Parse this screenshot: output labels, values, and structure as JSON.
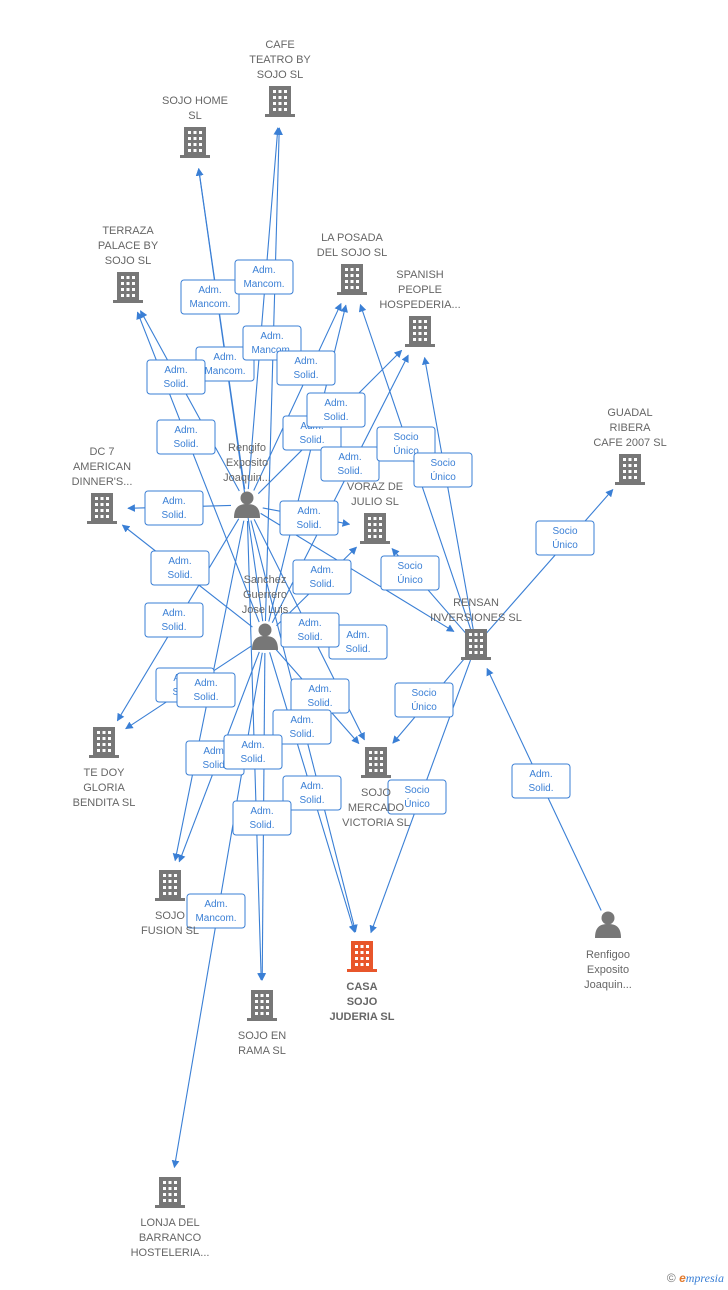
{
  "colors": {
    "edge": "#3a7fd5",
    "company": "#777777",
    "focus": "#e8562b",
    "person": "#777777"
  },
  "nodes": [
    {
      "id": "cafe_teatro",
      "type": "company",
      "lines": [
        "CAFE",
        "TEATRO BY",
        "SOJO  SL"
      ]
    },
    {
      "id": "sojo_home",
      "type": "company",
      "lines": [
        "SOJO HOME",
        "SL"
      ]
    },
    {
      "id": "terraza",
      "type": "company",
      "lines": [
        "TERRAZA",
        "PALACE BY",
        "SOJO  SL"
      ]
    },
    {
      "id": "posada",
      "type": "company",
      "lines": [
        "LA POSADA",
        "DEL SOJO  SL"
      ]
    },
    {
      "id": "spanish",
      "type": "company",
      "lines": [
        "SPANISH",
        "PEOPLE",
        "HOSPEDERIA..."
      ]
    },
    {
      "id": "guadal",
      "type": "company",
      "lines": [
        "GUADAL",
        "RIBERA",
        "CAFE 2007  SL"
      ]
    },
    {
      "id": "dc7",
      "type": "company",
      "lines": [
        "DC 7",
        "AMERICAN",
        "DINNER'S..."
      ]
    },
    {
      "id": "rengifo",
      "type": "person",
      "lines": [
        "Rengifo",
        "Exposito",
        "Joaquin..."
      ]
    },
    {
      "id": "voraz",
      "type": "company",
      "lines": [
        "VORAZ DE",
        "JULIO  SL"
      ]
    },
    {
      "id": "sanchez",
      "type": "person",
      "lines": [
        "Sanchez",
        "Guerrero",
        "Jose Luis"
      ]
    },
    {
      "id": "rensan",
      "type": "company",
      "lines": [
        "RENSAN",
        "INVERSIONES SL"
      ]
    },
    {
      "id": "tedoy",
      "type": "company",
      "lines": [
        "TE DOY",
        "GLORIA",
        "BENDITA  SL"
      ]
    },
    {
      "id": "mercado",
      "type": "company",
      "lines": [
        "SOJO",
        "MERCADO",
        "VICTORIA SL"
      ]
    },
    {
      "id": "fusion",
      "type": "company",
      "lines": [
        "SOJO",
        "FUSION SL"
      ]
    },
    {
      "id": "casa",
      "type": "focus",
      "lines": [
        "CASA",
        "SOJO",
        "JUDERIA  SL"
      ]
    },
    {
      "id": "enrama",
      "type": "company",
      "lines": [
        "SOJO EN",
        "RAMA  SL"
      ]
    },
    {
      "id": "renfigoo",
      "type": "person",
      "lines": [
        "Renfigoo",
        "Exposito",
        "Joaquin..."
      ]
    },
    {
      "id": "lonja",
      "type": "company",
      "lines": [
        "LONJA DEL",
        "BARRANCO",
        "HOSTELERIA..."
      ]
    }
  ],
  "edges": [
    {
      "from": "rengifo",
      "to": "sojo_home",
      "label": [
        "Adm.",
        "Mancom."
      ]
    },
    {
      "from": "rengifo",
      "to": "cafe_teatro",
      "label": [
        "Adm.",
        "Mancom."
      ]
    },
    {
      "from": "sanchez",
      "to": "sojo_home",
      "label": [
        "Adm.",
        "Mancom."
      ]
    },
    {
      "from": "sanchez",
      "to": "cafe_teatro",
      "label": [
        "Adm.",
        "Mancom."
      ]
    },
    {
      "from": "rengifo",
      "to": "terraza",
      "label": [
        "Adm.",
        "Solid."
      ]
    },
    {
      "from": "sanchez",
      "to": "terraza",
      "label": [
        "Adm.",
        "Solid."
      ]
    },
    {
      "from": "rengifo",
      "to": "posada",
      "label": [
        "Adm.",
        "Solid."
      ]
    },
    {
      "from": "sanchez",
      "to": "posada",
      "label": [
        "Adm.",
        "Solid."
      ]
    },
    {
      "from": "rengifo",
      "to": "spanish",
      "label": [
        "Adm.",
        "Solid."
      ]
    },
    {
      "from": "sanchez",
      "to": "spanish",
      "label": [
        "Adm.",
        "Solid."
      ]
    },
    {
      "from": "rensan",
      "to": "posada",
      "label": [
        "Socio",
        "Único"
      ]
    },
    {
      "from": "rensan",
      "to": "spanish",
      "label": [
        "Socio",
        "Único"
      ]
    },
    {
      "from": "rensan",
      "to": "guadal",
      "label": [
        "Socio",
        "Único"
      ]
    },
    {
      "from": "rengifo",
      "to": "dc7",
      "label": [
        "Adm.",
        "Solid."
      ]
    },
    {
      "from": "sanchez",
      "to": "dc7",
      "label": [
        "Adm.",
        "Solid."
      ]
    },
    {
      "from": "rengifo",
      "to": "voraz",
      "label": [
        "Adm.",
        "Solid."
      ]
    },
    {
      "from": "sanchez",
      "to": "voraz",
      "label": [
        "Adm.",
        "Solid."
      ]
    },
    {
      "from": "rensan",
      "to": "voraz",
      "label": [
        "Socio",
        "Único"
      ]
    },
    {
      "from": "rengifo",
      "to": "rensan",
      "label": [
        "Adm.",
        "Solid."
      ]
    },
    {
      "from": "rengifo",
      "to": "tedoy",
      "label": [
        "Adm.",
        "Solid."
      ]
    },
    {
      "from": "sanchez",
      "to": "tedoy",
      "label": [
        "Adm.",
        "Solid."
      ]
    },
    {
      "from": "rengifo",
      "to": "mercado",
      "label": [
        "Adm.",
        "Solid."
      ]
    },
    {
      "from": "sanchez",
      "to": "mercado",
      "label": [
        "Adm.",
        "Solid."
      ]
    },
    {
      "from": "rensan",
      "to": "mercado",
      "label": [
        "Socio",
        "Único"
      ]
    },
    {
      "from": "rengifo",
      "to": "fusion",
      "label": [
        "Adm.",
        "Solid."
      ]
    },
    {
      "from": "sanchez",
      "to": "fusion",
      "label": [
        "Adm.",
        "Solid."
      ]
    },
    {
      "from": "rengifo",
      "to": "casa",
      "label": [
        "Adm.",
        "Solid."
      ]
    },
    {
      "from": "sanchez",
      "to": "casa",
      "label": [
        "Adm.",
        "Solid."
      ]
    },
    {
      "from": "rensan",
      "to": "casa",
      "label": [
        "Socio",
        "Único"
      ]
    },
    {
      "from": "rengifo",
      "to": "enrama",
      "label": [
        "Adm.",
        "Solid."
      ]
    },
    {
      "from": "sanchez",
      "to": "enrama",
      "label": [
        "Adm.",
        "Solid."
      ]
    },
    {
      "from": "renfigoo",
      "to": "rensan",
      "label": [
        "Adm.",
        "Solid."
      ]
    },
    {
      "from": "sanchez",
      "to": "lonja",
      "label": [
        "Adm.",
        "Mancom."
      ]
    }
  ],
  "brand": {
    "copyright": "©",
    "initial": "e",
    "name": "mpresia"
  }
}
